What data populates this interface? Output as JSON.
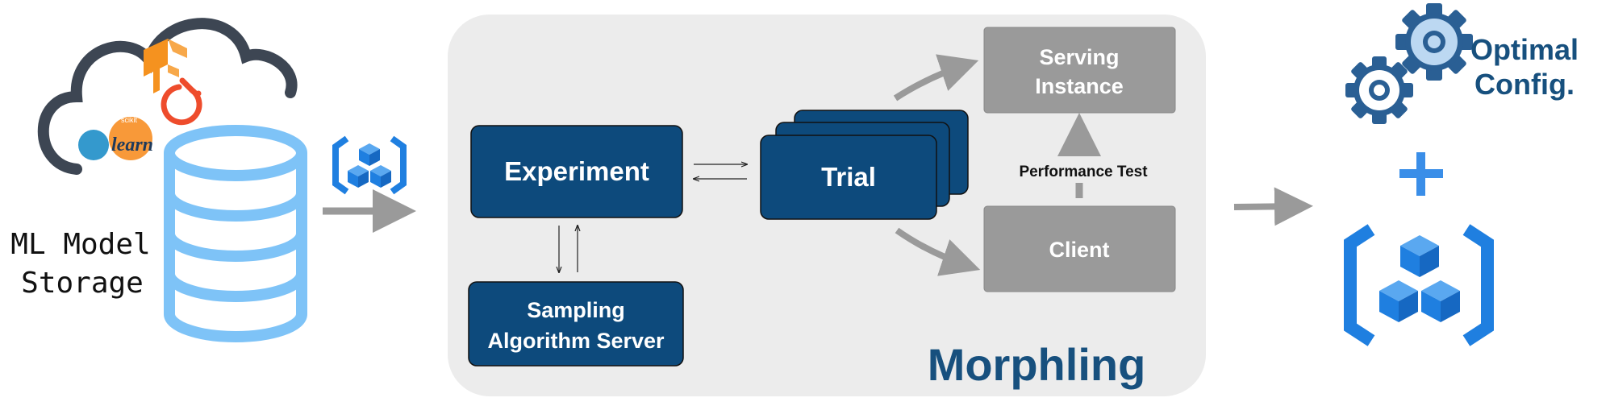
{
  "storage": {
    "label_line1": "ML Model",
    "label_line2": "Storage",
    "framework_logo_text": "learn",
    "framework_logo_small": "scikit"
  },
  "morphling": {
    "title": "Morphling",
    "experiment_label": "Experiment",
    "sampling_line1": "Sampling",
    "sampling_line2": "Algorithm Server",
    "trial_label": "Trial",
    "serving_line1": "Serving",
    "serving_line2": "Instance",
    "client_label": "Client",
    "performance_test_label": "Performance Test"
  },
  "output": {
    "optimal_line1": "Optimal",
    "optimal_line2": "Config.",
    "plus_symbol": "+"
  },
  "colors": {
    "dark_blue_box": "#0d4a7c",
    "gray_box": "#9a9a9a",
    "panel_bg": "#ececec",
    "arrow_gray": "#9a9a9a",
    "cloud_stroke": "#3d4653",
    "db_blue": "#7ec3f7",
    "kube_blue": "#1f7fe0",
    "title_blue": "#17507e",
    "gear_blue": "#2a5f94"
  }
}
